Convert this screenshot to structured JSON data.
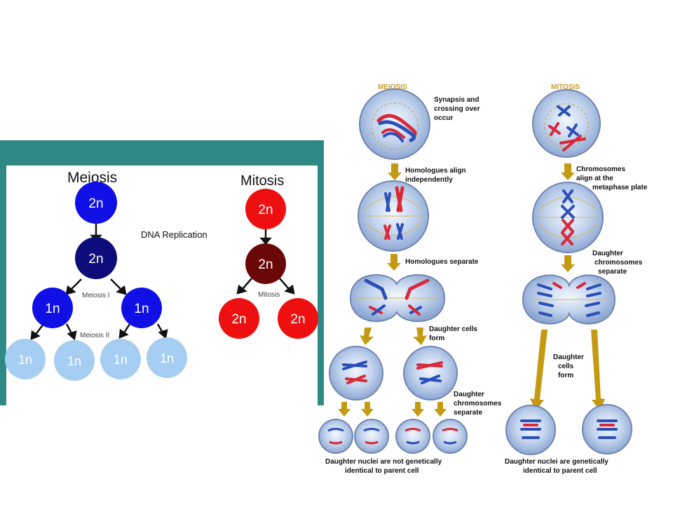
{
  "left_diagram": {
    "meiosis_title": "Meiosis",
    "mitosis_title": "Mitosis",
    "dna_replication": "DNA Replication",
    "meiosis_i": "Meiosis I",
    "meiosis_ii": "Meiosis II",
    "mitosis_label": "Mitosis",
    "meiosis_cells": {
      "top": "2n",
      "replicated": "2n",
      "after_meiosis_i": [
        "1n",
        "1n"
      ],
      "after_meiosis_ii": [
        "1n",
        "1n",
        "1n",
        "1n"
      ]
    },
    "mitosis_cells": {
      "top": "2n",
      "replicated": "2n",
      "daughters": [
        "2n",
        "2n"
      ]
    },
    "colors": {
      "border": "#2f8a86",
      "meiosis_blue": "#1010e6",
      "meiosis_dark": "#0c0c7a",
      "meiosis_light": "#a6cdf2",
      "mitosis_red": "#ee1010",
      "mitosis_dark": "#6a0808"
    }
  },
  "right_diagram": {
    "meiosis_header": "MEIOSIS",
    "mitosis_header": "MITOSIS",
    "meiosis_steps": {
      "synapsis": [
        "Synapsis and",
        "crossing over",
        "occur"
      ],
      "align": [
        "Homologues align",
        "independently"
      ],
      "separate": "Homologues separate",
      "daughter_cells": [
        "Daughter cells",
        "form"
      ],
      "daughter_chromosomes": [
        "Daughter",
        "chromosomes",
        "separate"
      ],
      "result": [
        "Daughter nuclei are not genetically",
        "identical to parent cell"
      ]
    },
    "mitosis_steps": {
      "align": [
        "Chromosomes",
        "align at the",
        "metaphase plate"
      ],
      "separate": [
        "Daughter",
        "chromosomes",
        "separate"
      ],
      "daughter_cells": [
        "Daughter",
        "cells",
        "form"
      ],
      "result": [
        "Daughter nuclei are genetically",
        "identical to parent cell"
      ]
    },
    "colors": {
      "header": "#c89a2a",
      "arrow": "#c49a12",
      "cell_fill": "#b9cdea",
      "cell_edge": "#6f86b3",
      "chrom_red": "#d8293a",
      "chrom_blue": "#2b4fb8"
    }
  }
}
